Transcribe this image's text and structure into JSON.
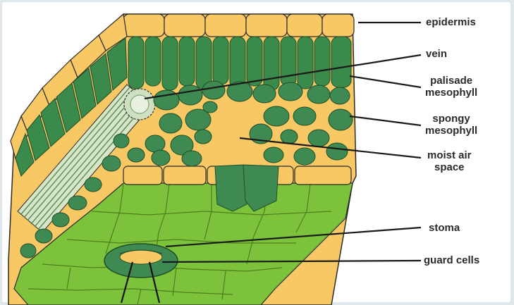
{
  "labels": [
    {
      "id": "epidermis",
      "lines": [
        "epidermis"
      ]
    },
    {
      "id": "vein",
      "lines": [
        "vein"
      ]
    },
    {
      "id": "palisade-mesophyll",
      "lines": [
        "palisade",
        "mesophyll"
      ]
    },
    {
      "id": "spongy-mesophyll",
      "lines": [
        "spongy",
        "mesophyll"
      ]
    },
    {
      "id": "moist-air-space",
      "lines": [
        "moist air",
        "space"
      ]
    },
    {
      "id": "stoma",
      "lines": [
        "stoma"
      ]
    },
    {
      "id": "guard-cells",
      "lines": [
        "guard cells"
      ]
    }
  ],
  "colors": {
    "epidermis": "#f7c864",
    "palisade": "#3a8a4c",
    "spongy": "#3f8a52",
    "lower_surface": "#7cc23a",
    "outline": "#2a2a2a",
    "label_text": "#2b2b2b"
  }
}
